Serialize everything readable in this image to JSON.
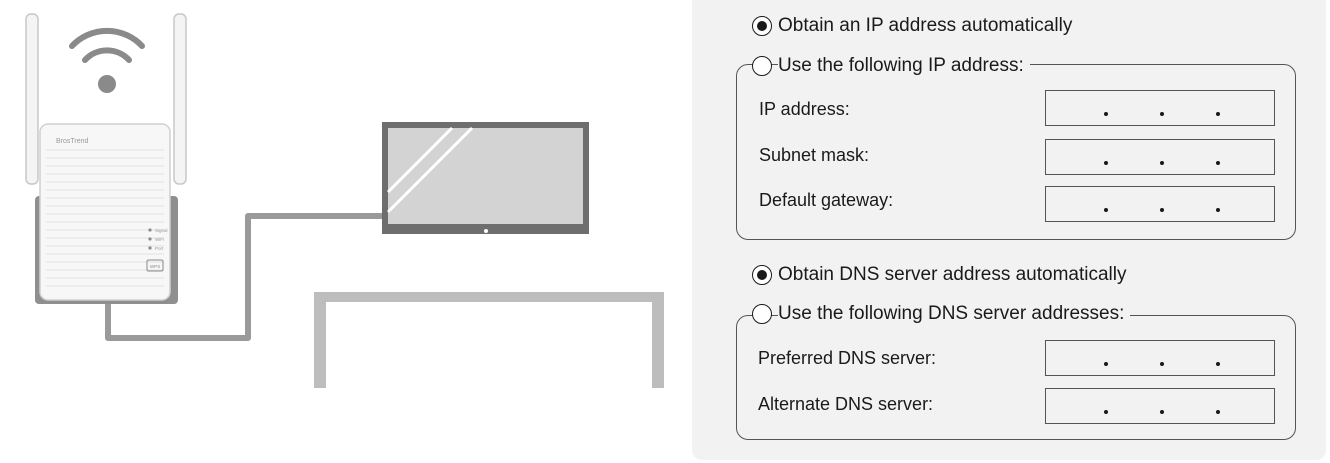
{
  "device": {
    "brand": "BrosTrend",
    "led_labels": [
      "Signal",
      "WiFi",
      "Port"
    ],
    "button_label": "WPS"
  },
  "ip_section": {
    "auto_option": {
      "label": "Obtain an IP address automatically",
      "checked": true
    },
    "manual_option": {
      "label": "Use the following IP address:",
      "checked": false
    },
    "fields": [
      {
        "label": "IP address:",
        "value": ". . ."
      },
      {
        "label": "Subnet mask:",
        "value": ". . ."
      },
      {
        "label": "Default gateway:",
        "value": ". . ."
      }
    ]
  },
  "dns_section": {
    "auto_option": {
      "label": "Obtain DNS server address automatically",
      "checked": true
    },
    "manual_option": {
      "label": "Use the following DNS server addresses:",
      "checked": false
    },
    "fields": [
      {
        "label": "Preferred DNS server:",
        "value": ". . ."
      },
      {
        "label": "Alternate DNS server:",
        "value": ". . ."
      }
    ]
  },
  "colors": {
    "panel_bg": "#f2f2f2",
    "cable": "#9a9a9a",
    "monitor_frame": "#6e6e6e",
    "table": "#bdbdbd"
  }
}
